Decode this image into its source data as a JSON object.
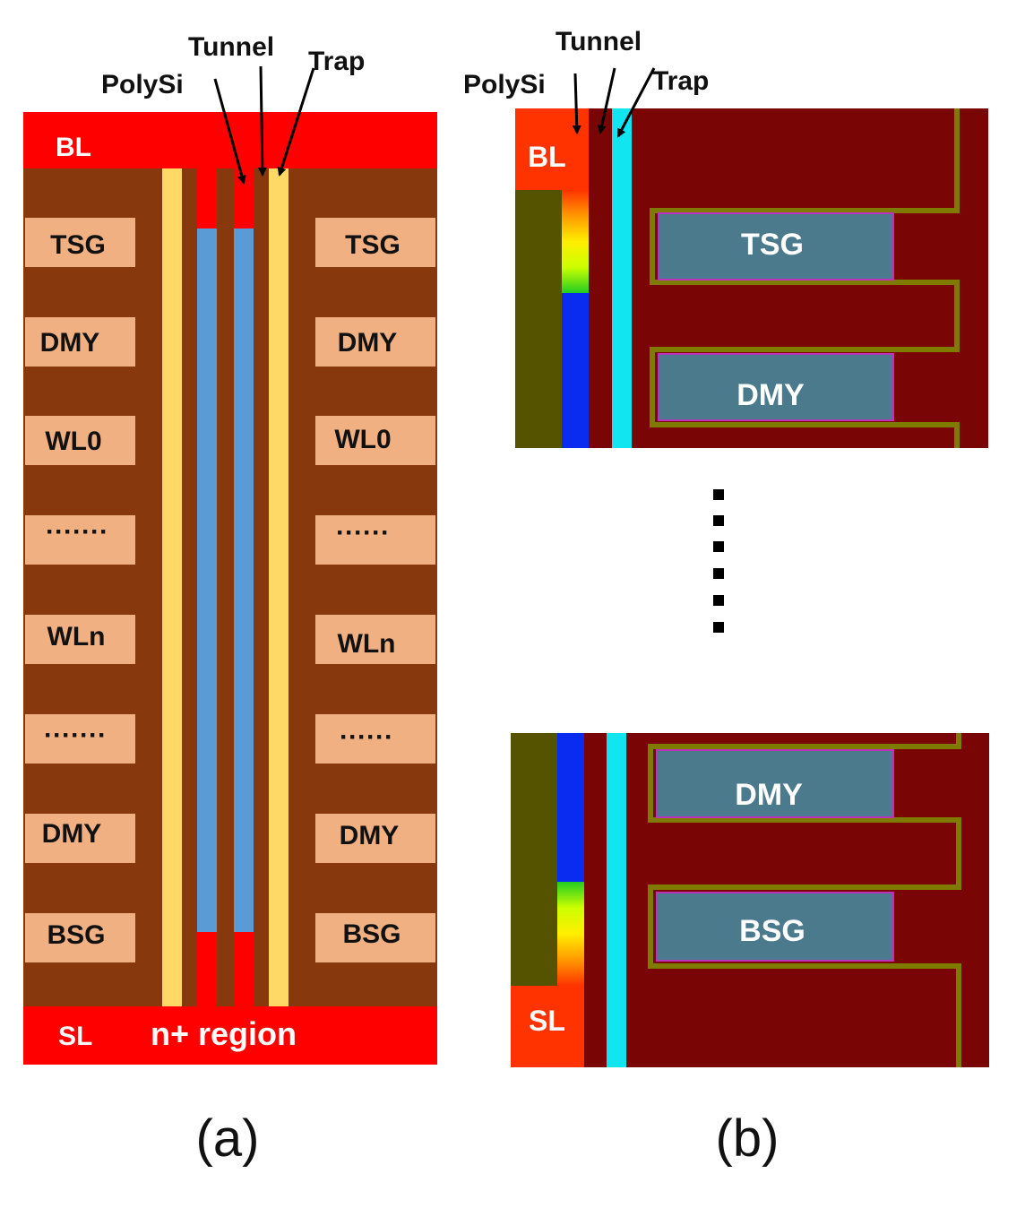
{
  "colors": {
    "red": "#ff0000",
    "brown": "#87380d",
    "gate_fill": "#f0b082",
    "yellow": "#ffd966",
    "blue_channel": "#5b9bd5",
    "sim_bg": "#7a0505",
    "sim_olive": "#555200",
    "sim_gate": "#4a7a8c",
    "sim_gate_border": "#bb33bb",
    "sim_outline": "#7f7a00",
    "sim_cyan": "#11e6f0",
    "sim_blue": "#0a2cf0",
    "sim_contact": "#ff3300"
  },
  "panel_a": {
    "caption": "(a)",
    "top_contact": "BL",
    "bottom_contact": "SL",
    "bottom_region": "n+ region",
    "callouts": {
      "polysi": "PolySi",
      "tunnel": "Tunnel",
      "trap": "Trap"
    },
    "gates_left": [
      "TSG",
      "DMY",
      "WL0",
      "·······",
      "WLn",
      "·······",
      "DMY",
      "BSG"
    ],
    "gates_right": [
      "TSG",
      "DMY",
      "WL0",
      "······",
      "WLn",
      "······",
      "DMY",
      "BSG"
    ]
  },
  "panel_b": {
    "caption": "(b)",
    "callouts": {
      "polysi": "PolySi",
      "tunnel": "Tunnel",
      "trap": "Trap"
    },
    "top": {
      "contact": "BL",
      "gates": [
        "TSG",
        "DMY"
      ]
    },
    "bottom": {
      "contact": "SL",
      "gates": [
        "DMY",
        "BSG"
      ]
    }
  }
}
